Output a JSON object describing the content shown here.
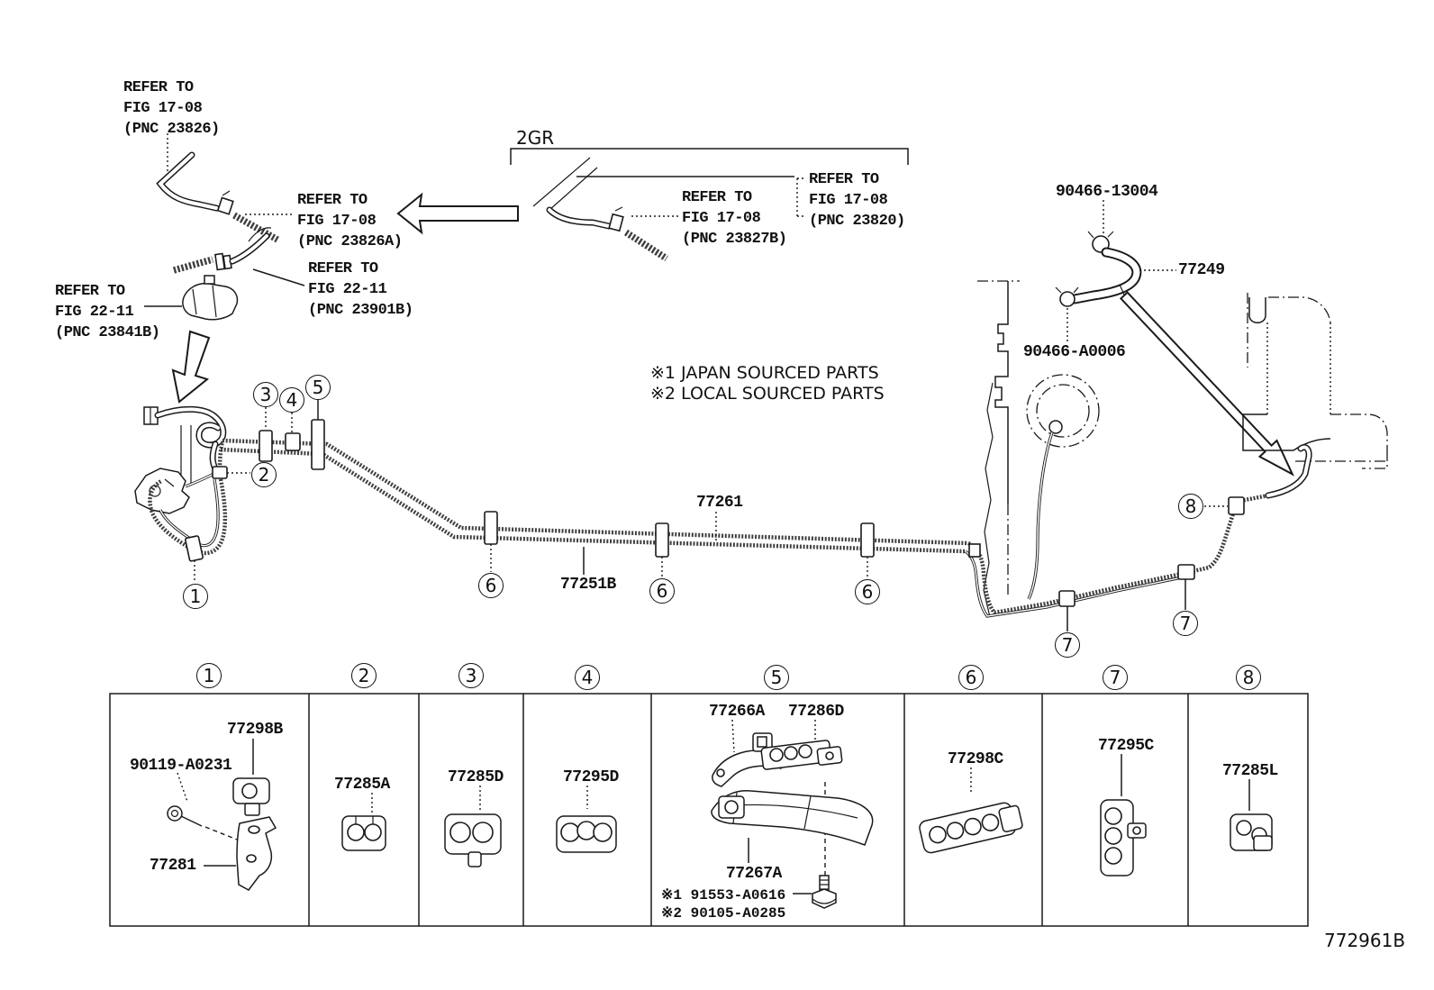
{
  "figure": {
    "code": "772961B",
    "engine": "2GR"
  },
  "notes": {
    "n1": "※1 JAPAN SOURCED PARTS",
    "n2": "※2 LOCAL SOURCED PARTS"
  },
  "refer_blocks": {
    "r23826": {
      "l1": "REFER TO",
      "l2": "FIG 17-08",
      "l3": "(PNC 23826)"
    },
    "r23826a": {
      "l1": "REFER TO",
      "l2": "FIG 17-08",
      "l3": "(PNC 23826A)"
    },
    "r23901b": {
      "l1": "REFER TO",
      "l2": "FIG 22-11",
      "l3": "(PNC 23901B)"
    },
    "r23841b": {
      "l1": "REFER TO",
      "l2": "FIG 22-11",
      "l3": "(PNC 23841B)"
    },
    "r23827b": {
      "l1": "REFER TO",
      "l2": "FIG 17-08",
      "l3": "(PNC 23827B)"
    },
    "r23820": {
      "l1": "REFER TO",
      "l2": "FIG 17-08",
      "l3": "(PNC 23820)"
    }
  },
  "parts": {
    "clamp_upper": "90466-13004",
    "hose": "77249",
    "clamp_lower": "90466-A0006",
    "tube_main": "77261",
    "tube_sub": "77251B"
  },
  "callouts": {
    "c1": "1",
    "c2": "2",
    "c3": "3",
    "c4": "4",
    "c5": "5",
    "c6": "6",
    "c7": "7",
    "c8": "8"
  },
  "table": {
    "cell1": {
      "num": "1",
      "p77298b": "77298B",
      "p90119": "90119-A0231",
      "p77281": "77281"
    },
    "cell2": {
      "num": "2",
      "p77285a": "77285A"
    },
    "cell3": {
      "num": "3",
      "p77285d": "77285D"
    },
    "cell4": {
      "num": "4",
      "p77295d": "77295D"
    },
    "cell5": {
      "num": "5",
      "p77266a": "77266A",
      "p77286d": "77286D",
      "p77267a": "77267A",
      "note1": "※1 91553-A0616",
      "note2": "※2 90105-A0285"
    },
    "cell6": {
      "num": "6",
      "p77298c": "77298C"
    },
    "cell7": {
      "num": "7",
      "p77295c": "77295C"
    },
    "cell8": {
      "num": "8",
      "p77285l": "77285L"
    }
  }
}
